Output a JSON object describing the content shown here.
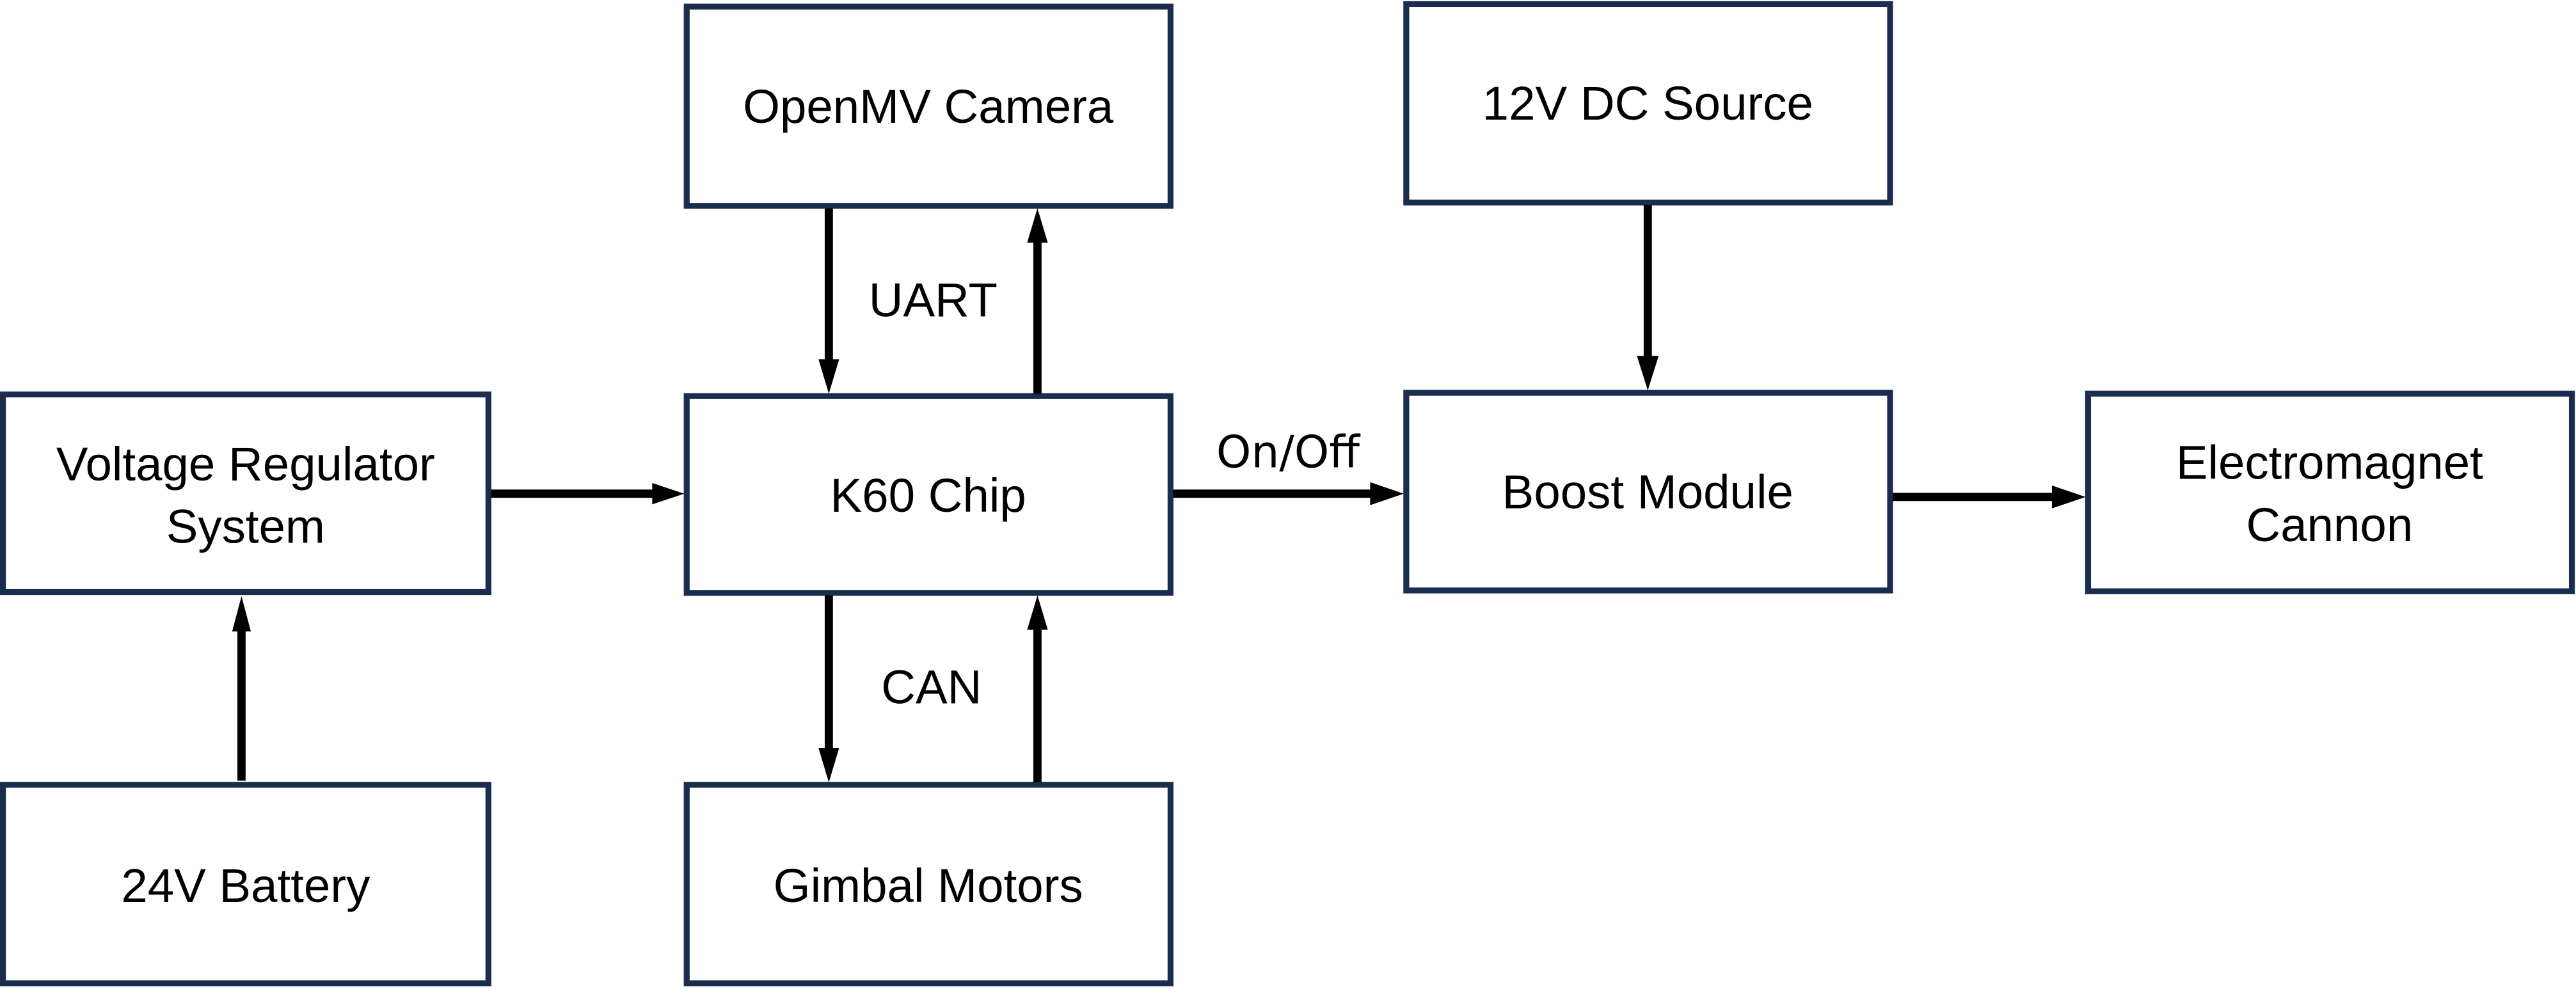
{
  "diagram": {
    "title": "",
    "colors": {
      "box_border": "#1b2d4f",
      "box_fill": "#ffffff",
      "arrow": "#000000",
      "text": "#000000"
    },
    "nodes": [
      {
        "id": "voltage_regulator",
        "lines": [
          "Voltage Regulator",
          "System"
        ]
      },
      {
        "id": "k60_chip",
        "lines": [
          "K60 Chip"
        ]
      },
      {
        "id": "openmv_camera",
        "lines": [
          "OpenMV Camera"
        ]
      },
      {
        "id": "gimbal_motors",
        "lines": [
          "Gimbal Motors"
        ]
      },
      {
        "id": "battery_24v",
        "lines": [
          "24V Battery"
        ]
      },
      {
        "id": "dc_source_12v",
        "lines": [
          "12V DC Source"
        ]
      },
      {
        "id": "boost_module",
        "lines": [
          "Boost Module"
        ]
      },
      {
        "id": "electromagnet_cannon",
        "lines": [
          "Electromagnet",
          "Cannon"
        ]
      }
    ],
    "edges": [
      {
        "from": "battery_24v",
        "to": "voltage_regulator",
        "label": ""
      },
      {
        "from": "voltage_regulator",
        "to": "k60_chip",
        "label": ""
      },
      {
        "from": "openmv_camera",
        "to": "k60_chip",
        "label": ""
      },
      {
        "from": "k60_chip",
        "to": "openmv_camera",
        "label": ""
      },
      {
        "from": "k60_chip",
        "to": "gimbal_motors",
        "label": ""
      },
      {
        "from": "gimbal_motors",
        "to": "k60_chip",
        "label": ""
      },
      {
        "from": "k60_chip",
        "to": "boost_module",
        "label": "On/Off"
      },
      {
        "from": "dc_source_12v",
        "to": "boost_module",
        "label": ""
      },
      {
        "from": "boost_module",
        "to": "electromagnet_cannon",
        "label": ""
      }
    ],
    "bus_labels": {
      "uart": "UART",
      "can": "CAN",
      "on_off": "On/Off"
    }
  }
}
